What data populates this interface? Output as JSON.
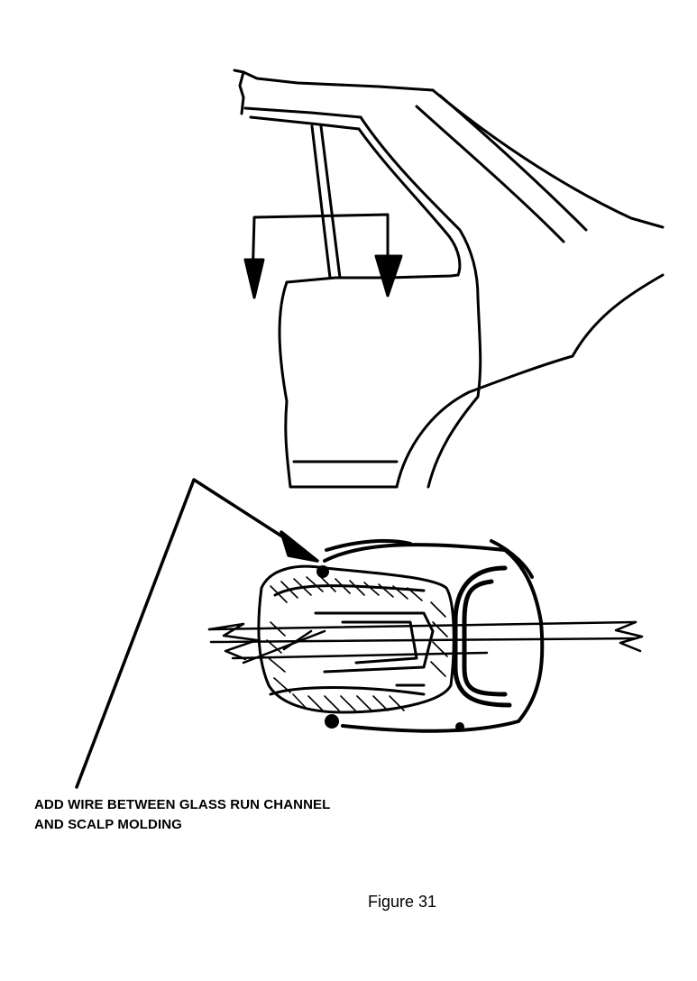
{
  "callout": {
    "line1": "ADD WIRE BETWEEN GLASS RUN CHANNEL",
    "line2": "AND SCALP MOLDING"
  },
  "figure_label": "Figure 31",
  "colors": {
    "ink": "#000000",
    "paper": "#ffffff"
  }
}
